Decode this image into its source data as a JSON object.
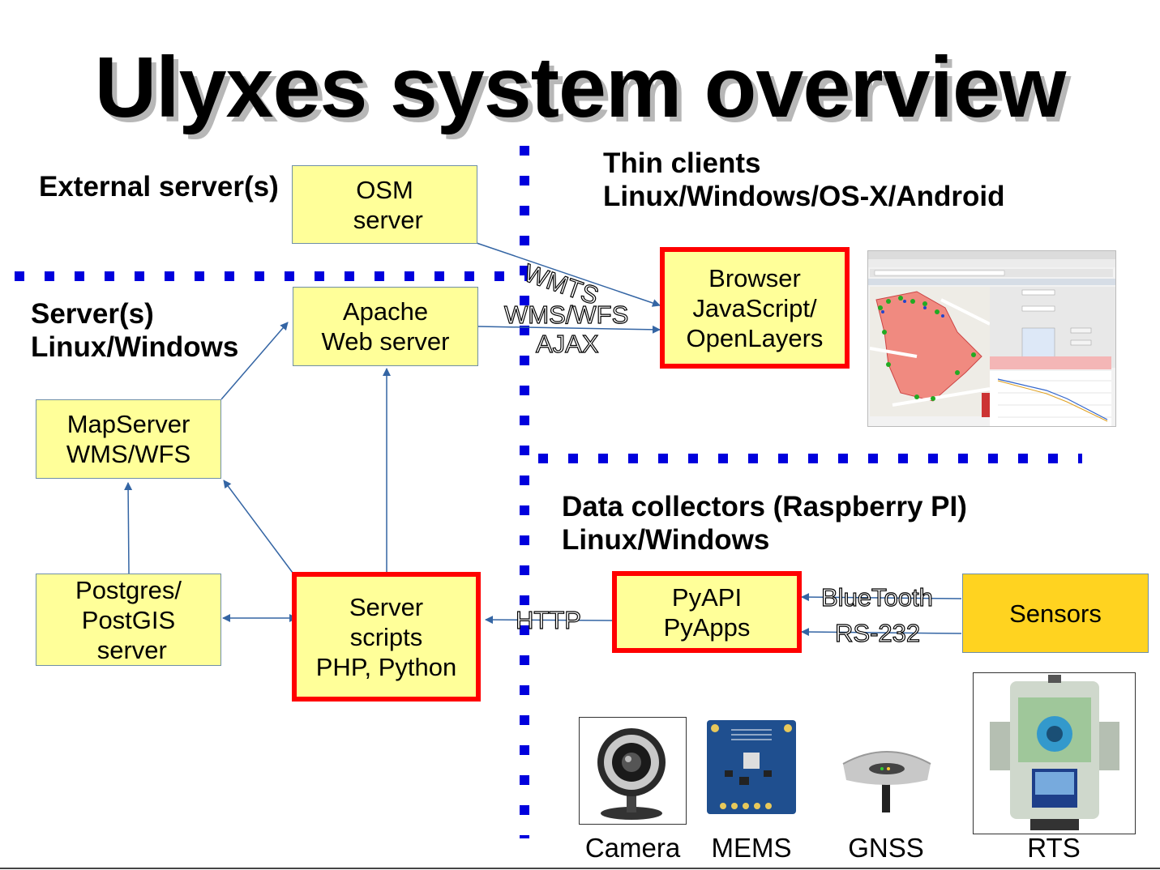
{
  "title": "Ulyxes system overview",
  "sections": {
    "external": "External server(s)",
    "servers": [
      "Server(s)",
      "Linux/Windows"
    ],
    "thin_clients": [
      "Thin clients",
      "Linux/Windows/OS-X/Android"
    ],
    "collectors": [
      "Data collectors (Raspberry PI)",
      "Linux/Windows"
    ]
  },
  "boxes": {
    "osm": [
      "OSM",
      " server"
    ],
    "apache": [
      "Apache",
      "Web server"
    ],
    "mapserver": [
      "MapServer",
      "WMS/WFS"
    ],
    "postgres": [
      "Postgres/",
      "PostGIS",
      " server"
    ],
    "scripts": [
      "Server",
      "scripts",
      "PHP, Python"
    ],
    "browser": [
      "Browser",
      "JavaScript/",
      "OpenLayers"
    ],
    "pyapi": [
      "PyAPI",
      "PyApps"
    ],
    "sensors": "Sensors"
  },
  "edge_labels": {
    "wmts": "WMTS",
    "wms_wfs": "WMS/WFS",
    "ajax": "AJAX",
    "http": "HTTP",
    "bluetooth": "BlueTooth",
    "rs232": "RS-232"
  },
  "devices": [
    "Camera",
    "MEMS",
    "GNSS",
    "RTS"
  ],
  "colors": {
    "box_fill": "#ffff99",
    "sensor_fill": "#ffd320",
    "highlight_border": "#ff0000",
    "divider": "#0000dd",
    "arrow": "#3465a4"
  }
}
